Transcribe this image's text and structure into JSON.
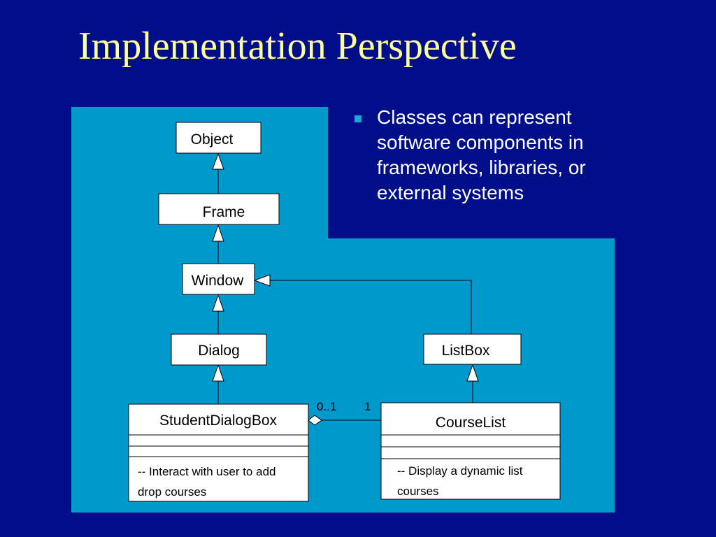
{
  "slide": {
    "title": "Implementation Perspective",
    "bullets": [
      "Classes can represent software components in frameworks, libraries, or external systems"
    ]
  },
  "diagram": {
    "classes": {
      "object": "Object",
      "frame": "Frame",
      "window": "Window",
      "dialog": "Dialog",
      "listbox": "ListBox",
      "student_dialog_box": {
        "name": "StudentDialogBox",
        "notes": [
          "-- Interact with user to add",
          "drop courses"
        ]
      },
      "course_list": {
        "name": "CourseList",
        "notes": [
          "-- Display a dynamic list",
          "courses"
        ]
      }
    },
    "association": {
      "left_multiplicity": "0..1",
      "right_multiplicity": "1"
    }
  },
  "colors": {
    "background": "#000e8a",
    "panel": "#0099cc",
    "title": "#ffff99",
    "bullet_marker": "#1aa6d8"
  }
}
